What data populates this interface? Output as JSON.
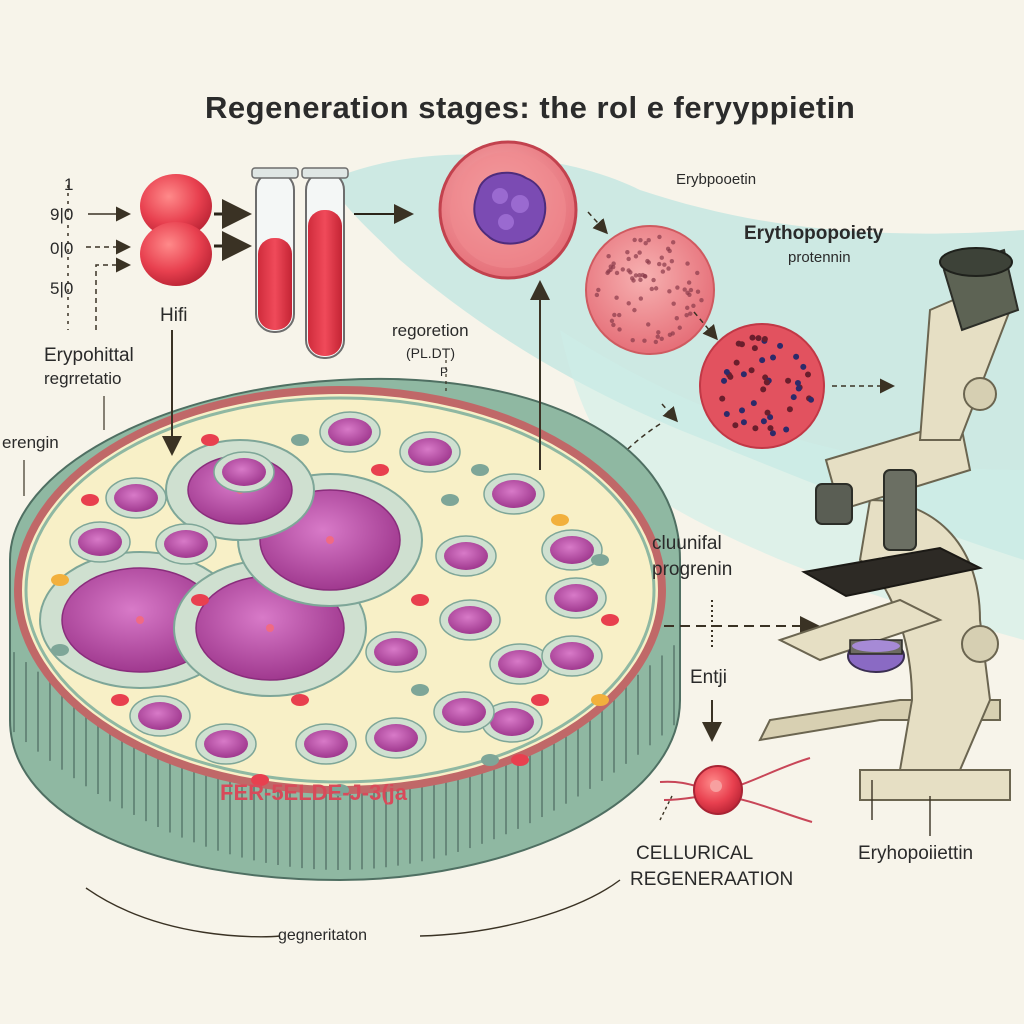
{
  "title": "Regeneration stages: the  rol  e feryyppietin",
  "scale_ticks": [
    "1",
    "9|0",
    "0|0",
    "5|0"
  ],
  "labels": {
    "hifi": "Hifi",
    "erypohittal": "Erypohittal",
    "regrretatio": "regrretatio",
    "erengin": "erengin",
    "regoretion": "regoretion",
    "regoretion_sub": "(PL.DT)",
    "p_mark": "P",
    "erybpooetin": "Erybpooetin",
    "erythopoiiety": "Erythopopoiety",
    "proteinnin": "protennin",
    "cluunifal": "cluunifal",
    "progrenin": "progrenin",
    "entji": "Entji",
    "cellurical": "CELLURICAL",
    "regeneraation": "REGENERAATION",
    "eryhopoiiettin": "Eryhopoiiettin",
    "gegneritaton": "gegneritaton",
    "dish_caption": "FER-5ELDE-J-3(ja"
  },
  "colors": {
    "background": "#f7f4ea",
    "teal_band": "#bfe6e0",
    "cell_magenta": "#b54aa6",
    "red_cell": "#e8404f",
    "dish_fill": "#f8f0c7",
    "dish_wall": "#8fb8a2",
    "microscope": "#e6dfc4"
  }
}
